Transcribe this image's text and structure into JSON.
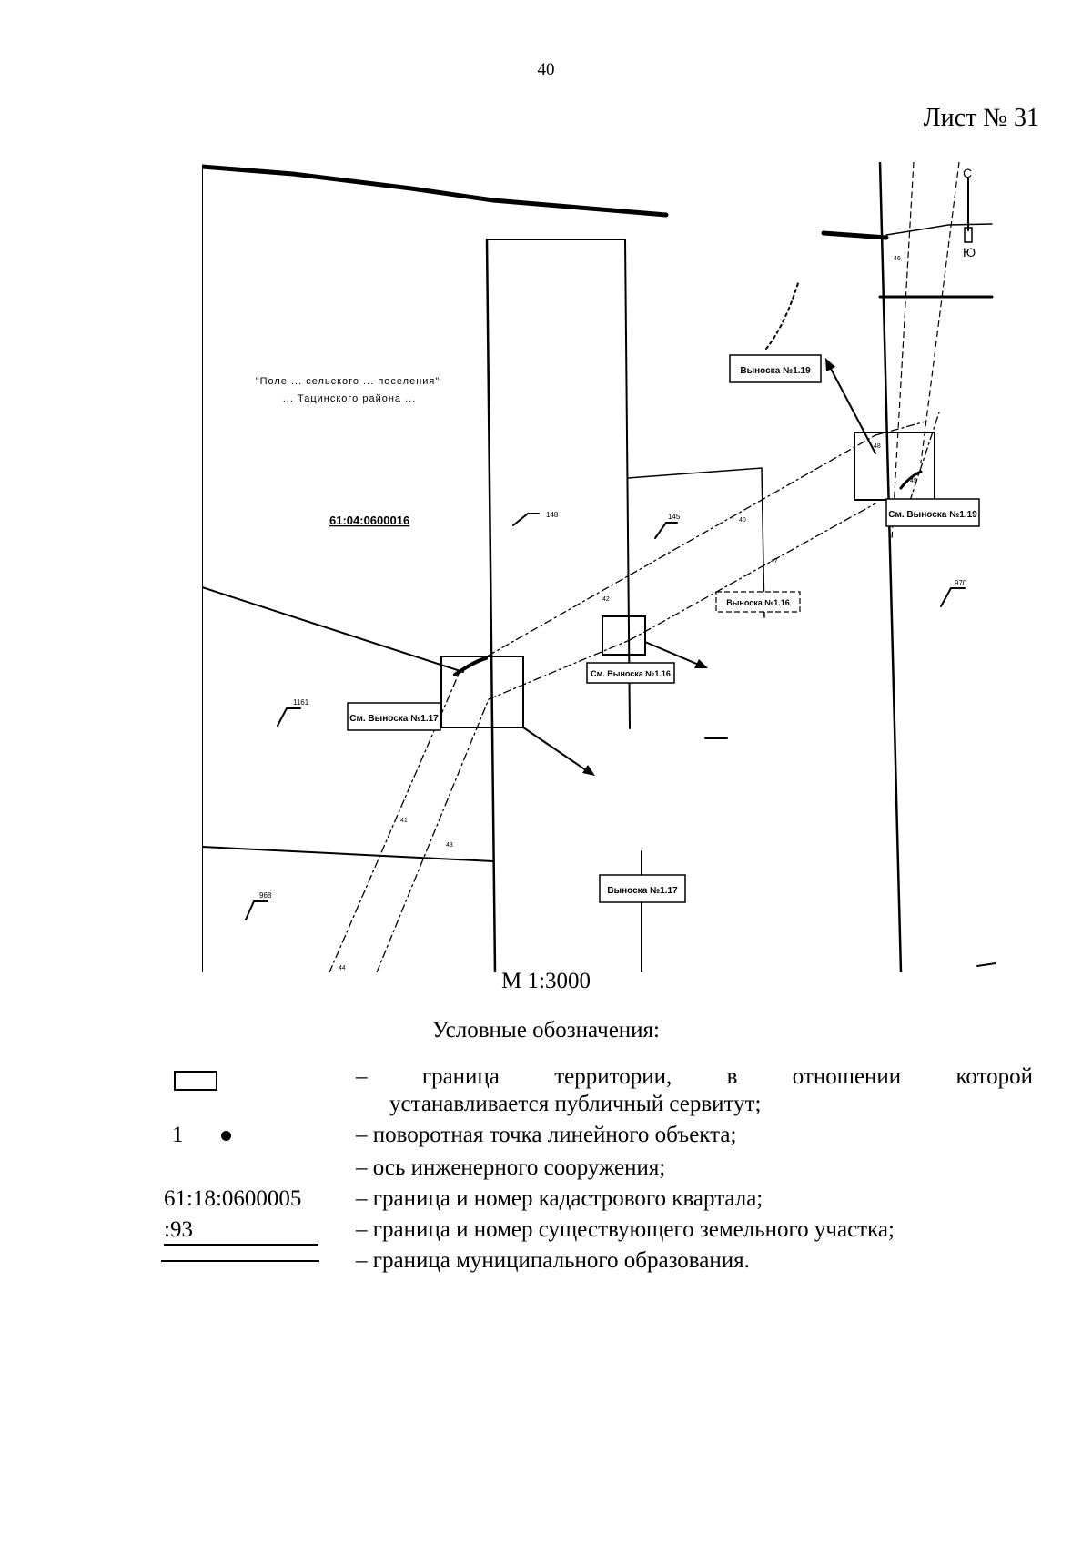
{
  "page_number": "40",
  "sheet_label": "Лист № 31",
  "map": {
    "compass_north": "С",
    "compass_south": "Ю",
    "area_caption_1": "\"Поле ... сельского ... поселения\"",
    "area_caption_2": "... Тацинского района ...",
    "quarter_label": "61:04:0600016",
    "callouts": {
      "v17": "Выноска №1.17",
      "v19": "Выноска №1.19",
      "v16": "Выноска №1.16",
      "see17": "См. Выноска №1.17",
      "see19": "См. Выноска №1.19",
      "see16": "См. Выноска №1.16"
    },
    "parcel_labels": [
      "148",
      "145",
      "1161",
      "968",
      "970"
    ],
    "point_labels": [
      "40",
      "42",
      "41",
      "43",
      "47",
      "46",
      "48",
      "45",
      "44"
    ]
  },
  "scale": "М 1:3000",
  "legend": {
    "title": "Условные обозначения:",
    "rows": {
      "r1_line1": [
        "– граница",
        "территории,",
        "в",
        "отношении",
        "которой"
      ],
      "r1_line2": "устанавливается публичный сервитут;",
      "r2_symbol": "1",
      "r2": "– поворотная точка линейного объекта;",
      "r3": "– ось инженерного сооружения;",
      "r4_symbol": "61:18:0600005",
      "r4": "– граница и номер кадастрового квартала;",
      "r5_symbol": ":93",
      "r5": "– граница и номер существующего земельного участка;",
      "r6": "– граница муниципального образования."
    }
  }
}
